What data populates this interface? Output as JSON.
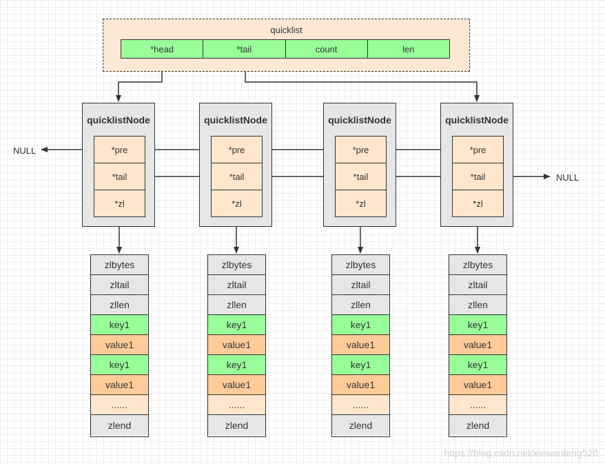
{
  "quicklist": {
    "title": "quicklist",
    "fields": [
      "*head",
      "*tail",
      "count",
      "len"
    ]
  },
  "nodes": [
    {
      "title": "quicklistNode",
      "fields": [
        "*pre",
        "*tail",
        "*zl"
      ],
      "ziplist": [
        "zlbytes",
        "zltail",
        "zllen",
        "key1",
        "value1",
        "key1",
        "value1",
        "......",
        "zlend"
      ]
    },
    {
      "title": "quicklistNode",
      "fields": [
        "*pre",
        "*tail",
        "*zl"
      ],
      "ziplist": [
        "zlbytes",
        "zltail",
        "zllen",
        "key1",
        "value1",
        "key1",
        "value1",
        "......",
        "zlend"
      ]
    },
    {
      "title": "quicklistNode",
      "fields": [
        "*pre",
        "*tail",
        "*zl"
      ],
      "ziplist": [
        "zlbytes",
        "zltail",
        "zllen",
        "key1",
        "value1",
        "key1",
        "value1",
        "......",
        "zlend"
      ]
    },
    {
      "title": "quicklistNode",
      "fields": [
        "*pre",
        "*tail",
        "*zl"
      ],
      "ziplist": [
        "zlbytes",
        "zltail",
        "zllen",
        "key1",
        "value1",
        "key1",
        "value1",
        "......",
        "zlend"
      ]
    }
  ],
  "null_left": "NULL",
  "null_right": "NULL",
  "watermark": "https://blog.csdn.net/xiewanfeng520",
  "colors": {
    "quicklist_bg": "#fce8d5",
    "field_green": "#99ff99",
    "node_bg": "#e6e6e6",
    "node_field": "#ffe6cc",
    "value_orange": "#ffcc99",
    "line": "#333333"
  }
}
